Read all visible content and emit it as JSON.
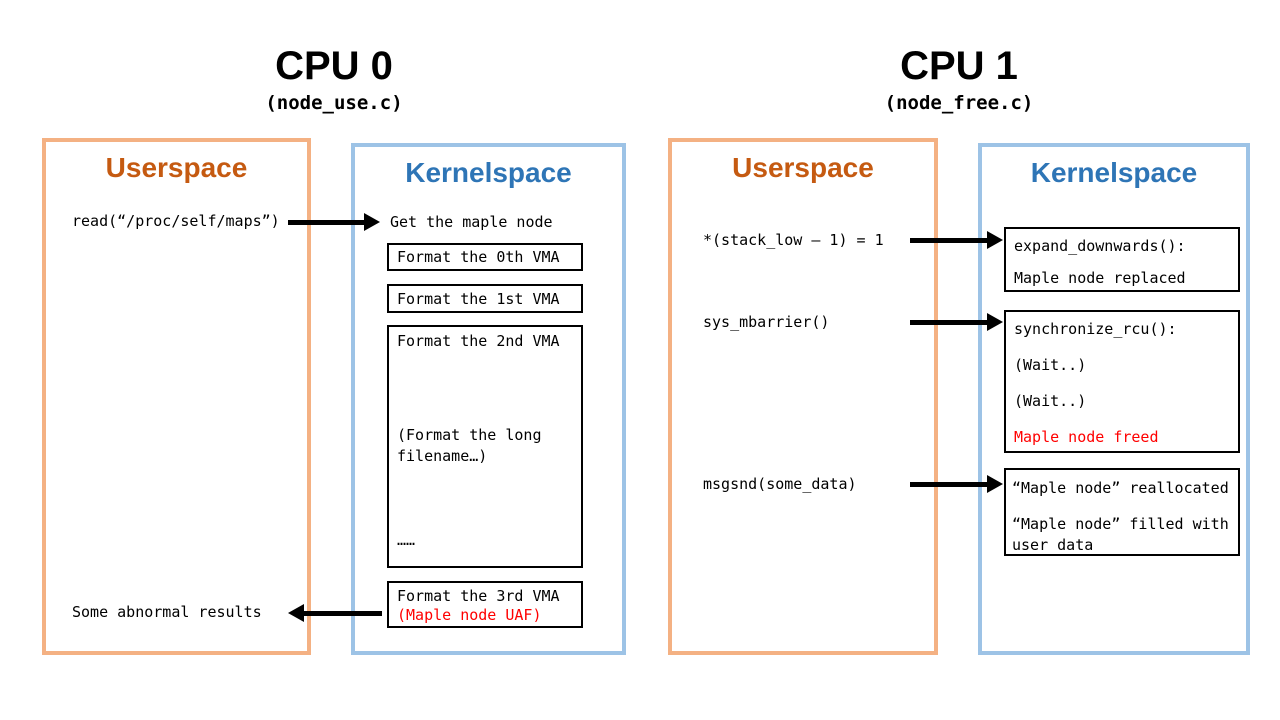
{
  "cpu0": {
    "title": "CPU 0",
    "subtitle": "(node_use.c)",
    "userspace": {
      "title": "Userspace",
      "read_call": "read(“/proc/self/maps”)",
      "abnormal_results": "Some abnormal results"
    },
    "kernelspace": {
      "title": "Kernelspace",
      "get_maple_node": "Get the maple node",
      "format_vma0": "Format the 0th VMA",
      "format_vma1": "Format the 1st VMA",
      "format_vma2": "Format the 2nd VMA",
      "format_long_filename": "(Format the long filename…)",
      "ellipsis": "……",
      "format_vma3": "Format the 3rd VMA",
      "maple_node_uaf": "(Maple node UAF)"
    }
  },
  "cpu1": {
    "title": "CPU 1",
    "subtitle": "(node_free.c)",
    "userspace": {
      "title": "Userspace",
      "stack_write": "*(stack_low – 1) = 1",
      "mbarrier_call": "sys_mbarrier()",
      "msgsnd_call": "msgsnd(some_data)"
    },
    "kernelspace": {
      "title": "Kernelspace",
      "expand_downwards": "expand_downwards():",
      "maple_node_replaced": "Maple node replaced",
      "synchronize_rcu": "synchronize_rcu():",
      "wait_1": "(Wait..)",
      "wait_2": "(Wait..)",
      "maple_node_freed": "Maple node freed",
      "maple_node_reallocated": "“Maple node” reallocated",
      "maple_node_filled": "“Maple node” filled with user data"
    }
  },
  "colors": {
    "userspace_border": "#F4B183",
    "userspace_title": "#C55A11",
    "kernelspace_border": "#9DC3E6",
    "kernelspace_title": "#2E75B6",
    "alert_text": "#FF0000",
    "arrow": "#000000",
    "inner_box_border": "#000000"
  }
}
